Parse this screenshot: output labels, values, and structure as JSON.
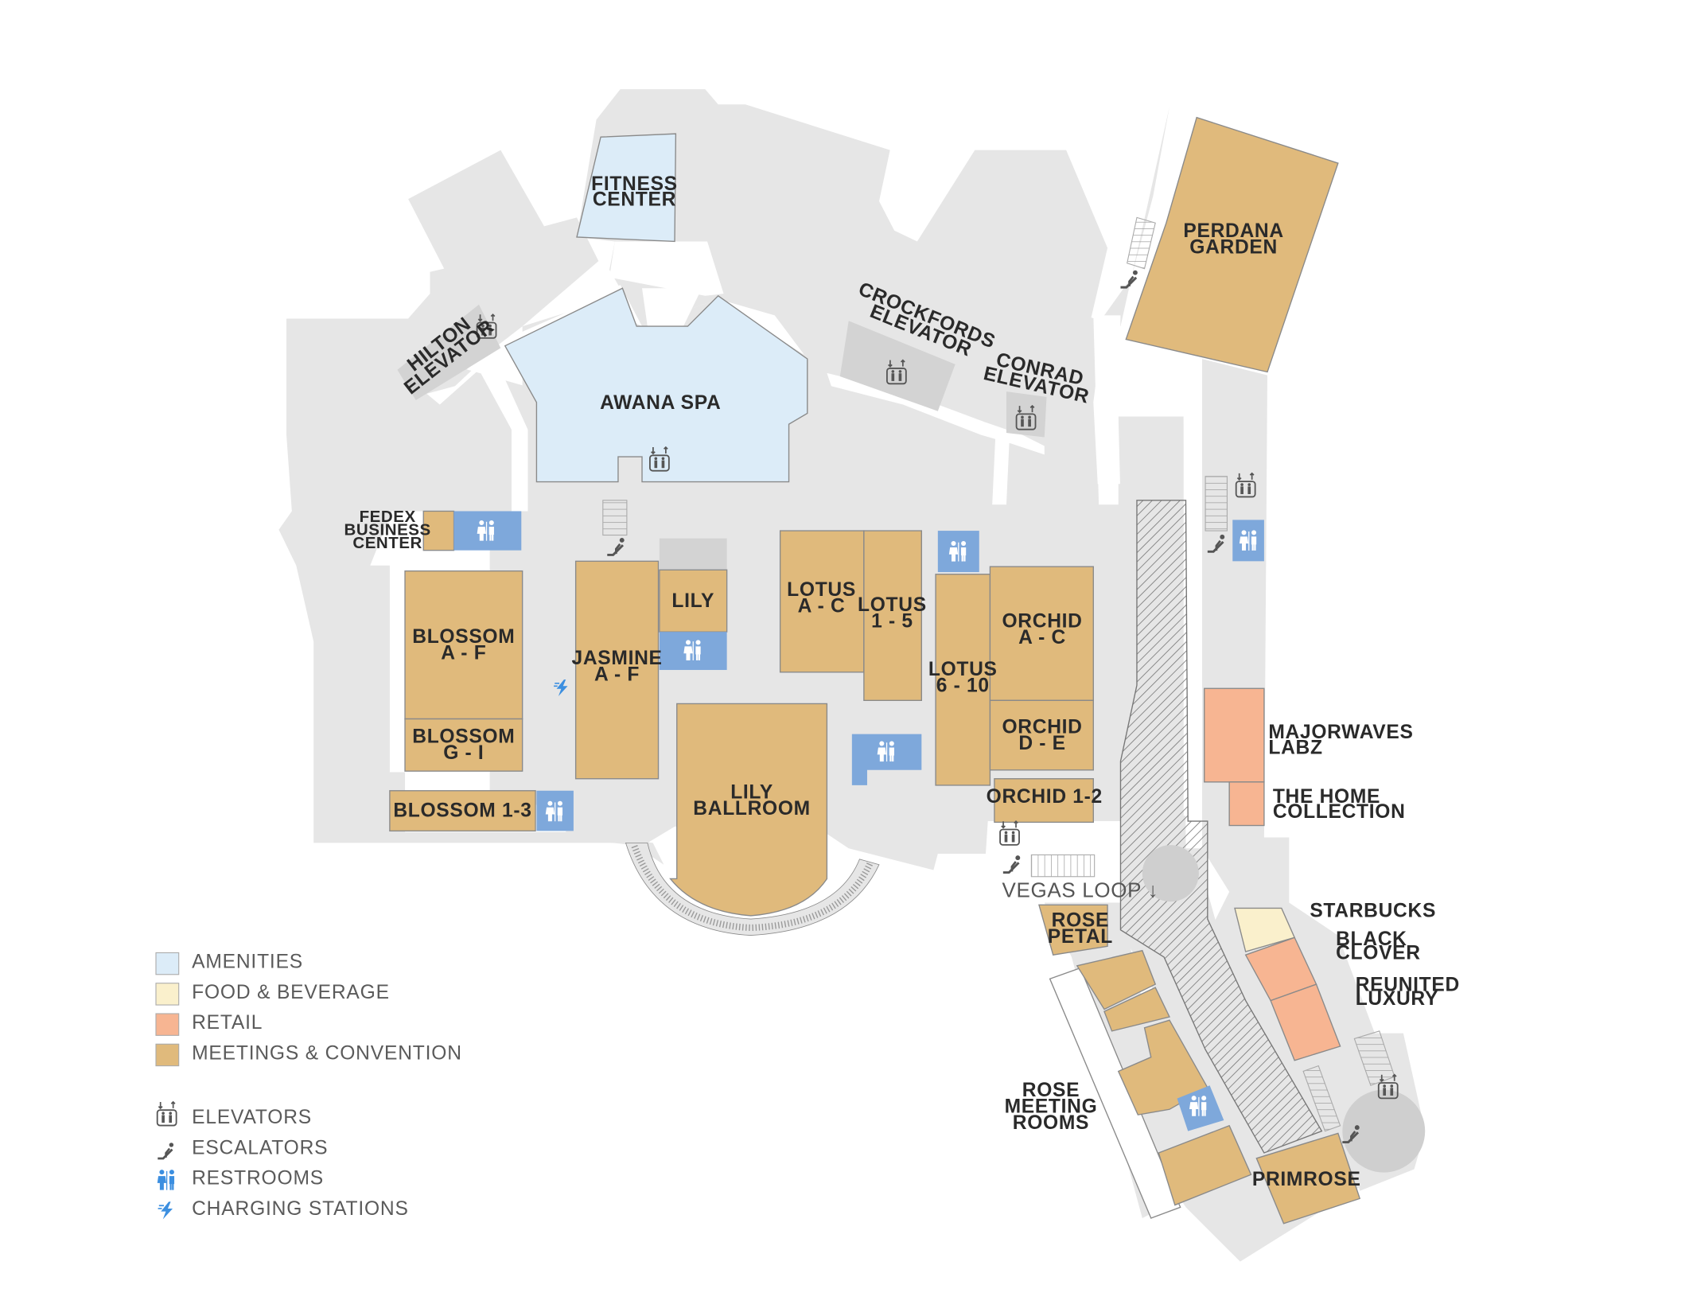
{
  "colors": {
    "corridor": "#e6e6e6",
    "service": "#d3d3d3",
    "amenities": "#dcecf8",
    "food_beverage": "#faf0cc",
    "retail": "#f7b592",
    "meetings": "#e0ba7c",
    "restroom": "#7ea8db",
    "charging": "#3c8fe0",
    "outline": "#8a8a8a",
    "text": "#2a2a2a",
    "hatch": "#777777"
  },
  "legend": {
    "categories": [
      {
        "label": "AMENITIES",
        "color": "#dcecf8"
      },
      {
        "label": "FOOD & BEVERAGE",
        "color": "#faf0cc"
      },
      {
        "label": "RETAIL",
        "color": "#f7b592"
      },
      {
        "label": "MEETINGS & CONVENTION",
        "color": "#e0ba7c"
      }
    ],
    "icons": [
      {
        "label": "ELEVATORS",
        "icon": "elevator-icon"
      },
      {
        "label": "ESCALATORS",
        "icon": "escalator-icon"
      },
      {
        "label": "RESTROOMS",
        "icon": "restroom-icon"
      },
      {
        "label": "CHARGING STATIONS",
        "icon": "charging-icon"
      }
    ]
  },
  "rooms": {
    "fitness_center": [
      "FITNESS",
      "CENTER"
    ],
    "awana_spa": [
      "AWANA SPA"
    ],
    "perdana_garden": [
      "PERDANA",
      "GARDEN"
    ],
    "lily": [
      "LILY"
    ],
    "jasmine": [
      "JASMINE",
      "A - F"
    ],
    "blossom_af": [
      "BLOSSOM",
      "A - F"
    ],
    "blossom_gi": [
      "BLOSSOM",
      "G - I"
    ],
    "blossom_13": [
      "BLOSSOM 1-3"
    ],
    "lotus_ac": [
      "LOTUS",
      "A - C"
    ],
    "lotus_15": [
      "LOTUS",
      "1 - 5"
    ],
    "lotus_610": [
      "LOTUS",
      "6 - 10"
    ],
    "orchid_ac": [
      "ORCHID",
      "A - C"
    ],
    "orchid_de": [
      "ORCHID",
      "D - E"
    ],
    "orchid_12": [
      "ORCHID 1-2"
    ],
    "lily_ballroom": [
      "LILY",
      "BALLROOM"
    ],
    "rose_petal": [
      "ROSE",
      "PETAL"
    ],
    "primrose": [
      "PRIMROSE"
    ]
  },
  "places": {
    "fedex": [
      "FEDEX",
      "BUSINESS",
      "CENTER"
    ],
    "hilton_elevator": [
      "HILTON",
      "ELEVATOR"
    ],
    "crockfords_elevator": [
      "CROCKFORDS",
      "ELEVATOR"
    ],
    "conrad_elevator": [
      "CONRAD",
      "ELEVATOR"
    ],
    "majorwaves": [
      "MAJORWAVES",
      "LABZ"
    ],
    "home_collection": [
      "THE HOME",
      "COLLECTION"
    ],
    "starbucks": [
      "STARBUCKS"
    ],
    "black_clover": [
      "BLACK",
      "CLOVER"
    ],
    "reunited_luxury": [
      "REUNITED",
      "LUXURY"
    ],
    "rose_meeting_rooms": [
      "ROSE",
      "MEETING",
      "ROOMS"
    ],
    "vegas_loop": "VEGAS LOOP ↓"
  }
}
